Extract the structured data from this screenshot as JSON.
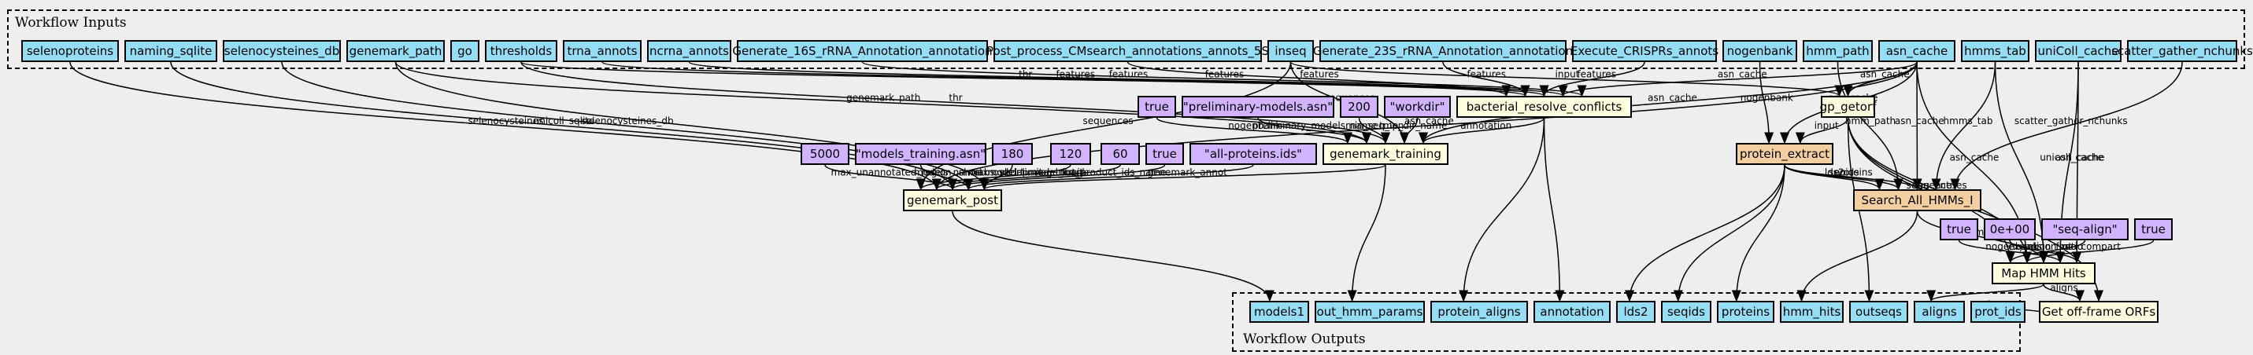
{
  "clusters": {
    "inputs_label": "Workflow Inputs",
    "outputs_label": "Workflow Outputs"
  },
  "colors": {
    "io": "#94ddf4",
    "param": "#d2b3ff",
    "step": "#ffffe0",
    "subworkflow": "#f3cea1",
    "background": "#eeeeee"
  },
  "inputs": [
    {
      "id": "selenoproteins",
      "label": "selenoproteins"
    },
    {
      "id": "naming_sqlite",
      "label": "naming_sqlite"
    },
    {
      "id": "selenocysteines_db",
      "label": "selenocysteines_db"
    },
    {
      "id": "genemark_path",
      "label": "genemark_path"
    },
    {
      "id": "go",
      "label": "go"
    },
    {
      "id": "thresholds",
      "label": "thresholds"
    },
    {
      "id": "trna_annots",
      "label": "trna_annots"
    },
    {
      "id": "ncrna_annots",
      "label": "ncrna_annots"
    },
    {
      "id": "gen16s",
      "label": "Generate_16S_rRNA_Annotation_annotation"
    },
    {
      "id": "postproc",
      "label": "Post_process_CMsearch_annotations_annots_5S"
    },
    {
      "id": "inseq",
      "label": "inseq"
    },
    {
      "id": "gen23s",
      "label": "Generate_23S_rRNA_Annotation_annotation"
    },
    {
      "id": "crispr",
      "label": "Execute_CRISPRs_annots"
    },
    {
      "id": "nogenbank",
      "label": "nogenbank"
    },
    {
      "id": "hmm_path",
      "label": "hmm_path"
    },
    {
      "id": "asn_cache",
      "label": "asn_cache"
    },
    {
      "id": "hmms_tab",
      "label": "hmms_tab"
    },
    {
      "id": "unicoll_cache",
      "label": "uniColl_cache"
    },
    {
      "id": "scatter",
      "label": "scatter_gather_nchunks"
    }
  ],
  "params": [
    {
      "id": "p_true1",
      "label": "true"
    },
    {
      "id": "p_prelim",
      "label": "\"preliminary-models.asn\""
    },
    {
      "id": "p_200",
      "label": "200"
    },
    {
      "id": "p_workdir",
      "label": "\"workdir\""
    },
    {
      "id": "p_5000",
      "label": "5000"
    },
    {
      "id": "p_modtrain",
      "label": "\"models_training.asn\""
    },
    {
      "id": "p_180",
      "label": "180"
    },
    {
      "id": "p_120",
      "label": "120"
    },
    {
      "id": "p_60",
      "label": "60"
    },
    {
      "id": "p_true2",
      "label": "true"
    },
    {
      "id": "p_allprot",
      "label": "\"all-proteins.ids\""
    },
    {
      "id": "p_true3",
      "label": "true"
    },
    {
      "id": "p_0e00",
      "label": "0e+00"
    },
    {
      "id": "p_seqalign",
      "label": "\"seq-align\""
    },
    {
      "id": "p_true4",
      "label": "true"
    }
  ],
  "steps": [
    {
      "id": "bacterial",
      "label": "bacterial_resolve_conflicts"
    },
    {
      "id": "gp_getorf",
      "label": "gp_getorf"
    },
    {
      "id": "genemark_training",
      "label": "genemark_training"
    },
    {
      "id": "protein_extract",
      "label": "protein_extract",
      "subworkflow": true
    },
    {
      "id": "search_all",
      "label": "Search_All_HMMs_I",
      "subworkflow": true
    },
    {
      "id": "genemark_post",
      "label": "genemark_post"
    },
    {
      "id": "map_hmm",
      "label": "Map HMM Hits"
    },
    {
      "id": "get_offframe",
      "label": "Get off-frame ORFs"
    }
  ],
  "outputs": [
    {
      "id": "models1",
      "label": "models1"
    },
    {
      "id": "out_hmm_params",
      "label": "out_hmm_params"
    },
    {
      "id": "protein_aligns",
      "label": "protein_aligns"
    },
    {
      "id": "annotation",
      "label": "annotation"
    },
    {
      "id": "lds2",
      "label": "lds2"
    },
    {
      "id": "seqids",
      "label": "seqids"
    },
    {
      "id": "proteins",
      "label": "proteins"
    },
    {
      "id": "hmm_hits",
      "label": "hmm_hits"
    },
    {
      "id": "outseqs",
      "label": "outseqs"
    },
    {
      "id": "aligns",
      "label": "aligns"
    },
    {
      "id": "prot_ids",
      "label": "prot_ids"
    }
  ],
  "edges": [
    {
      "from": "selenoproteins",
      "to": "genemark_post",
      "label": "selenocysteines"
    },
    {
      "from": "naming_sqlite",
      "to": "genemark_post",
      "label": "unicoll_sqlite"
    },
    {
      "from": "selenocysteines_db",
      "to": "genemark_post",
      "label": "selenocysteines_db"
    },
    {
      "from": "genemark_path",
      "to": "genemark_post",
      "label": ""
    },
    {
      "from": "genemark_path",
      "to": "genemark_training",
      "label": "genemark_path"
    },
    {
      "from": "thresholds",
      "to": "genemark_training",
      "label": "thr"
    },
    {
      "from": "thresholds",
      "to": "bacterial",
      "label": "thr"
    },
    {
      "from": "trna_annots",
      "to": "bacterial",
      "label": "features"
    },
    {
      "from": "ncrna_annots",
      "to": "bacterial",
      "label": "features"
    },
    {
      "from": "gen16s",
      "to": "bacterial",
      "label": "features"
    },
    {
      "from": "postproc",
      "to": "bacterial",
      "label": "features"
    },
    {
      "from": "gen23s",
      "to": "bacterial",
      "label": "features"
    },
    {
      "from": "crispr",
      "to": "bacterial",
      "label": "features"
    },
    {
      "from": "inseq",
      "to": "gp_getorf",
      "label": "input"
    },
    {
      "from": "inseq",
      "to": "genemark_post",
      "label": "sequences"
    },
    {
      "from": "inseq",
      "to": "genemark_training",
      "label": "sequences"
    },
    {
      "from": "nogenbank",
      "to": "protein_extract",
      "label": "nogenbank"
    },
    {
      "from": "hmm_path",
      "to": "search_all",
      "label": "hmm_path"
    },
    {
      "from": "asn_cache",
      "to": "gp_getorf",
      "label": "asn_cache"
    },
    {
      "from": "asn_cache",
      "to": "bacterial",
      "label": "asn_cache"
    },
    {
      "from": "asn_cache",
      "to": "genemark_training",
      "label": "asn_cache"
    },
    {
      "from": "asn_cache",
      "to": "genemark_post",
      "label": "asn_cache"
    },
    {
      "from": "asn_cache",
      "to": "search_all",
      "label": "asn_cache"
    },
    {
      "from": "asn_cache",
      "to": "map_hmm",
      "label": "asn_cache"
    },
    {
      "from": "asn_cache",
      "to": "protein_extract",
      "label": "asn_cache"
    },
    {
      "from": "hmms_tab",
      "to": "search_all",
      "label": "hmms_tab"
    },
    {
      "from": "hmms_tab",
      "to": "map_hmm",
      "label": ""
    },
    {
      "from": "unicoll_cache",
      "to": "map_hmm",
      "label": "unicoll_cache"
    },
    {
      "from": "unicoll_cache",
      "to": "map_hmm",
      "label": "asn_cache"
    },
    {
      "from": "scatter",
      "to": "search_all",
      "label": "scatter_gather_nchunks"
    },
    {
      "from": "p_true1",
      "to": "genemark_training",
      "label": "nogenbank"
    },
    {
      "from": "p_prelim",
      "to": "genemark_training",
      "label": "preliminary_models_name"
    },
    {
      "from": "p_200",
      "to": "genemark_training",
      "label": "min_seq_len"
    },
    {
      "from": "p_workdir",
      "to": "genemark_training",
      "label": "tmp_dir_name"
    },
    {
      "from": "bacterial",
      "to": "genemark_training",
      "label": "annotation"
    },
    {
      "from": "bacterial",
      "to": "annotation",
      "label": ""
    },
    {
      "from": "bacterial",
      "to": "protein_aligns",
      "label": ""
    },
    {
      "from": "p_5000",
      "to": "genemark_post",
      "label": "max_unannotated_region"
    },
    {
      "from": "p_modtrain",
      "to": "genemark_post",
      "label": "models_name"
    },
    {
      "from": "p_180",
      "to": "genemark_post",
      "label": "short_model_limit"
    },
    {
      "from": "p_120",
      "to": "genemark_post",
      "label": "max_overlap"
    },
    {
      "from": "p_60",
      "to": "genemark_post",
      "label": "abs_short_model_limit"
    },
    {
      "from": "p_true2",
      "to": "genemark_post",
      "label": "nogenbank"
    },
    {
      "from": "p_allprot",
      "to": "genemark_post",
      "label": "out_product_ids_name"
    },
    {
      "from": "genemark_training",
      "to": "genemark_post",
      "label": "genemark_annot"
    },
    {
      "from": "genemark_training",
      "to": "out_hmm_params",
      "label": ""
    },
    {
      "from": "genemark_post",
      "to": "models1",
      "label": ""
    },
    {
      "from": "gp_getorf",
      "to": "protein_extract",
      "label": "input"
    },
    {
      "from": "gp_getorf",
      "to": "map_hmm",
      "label": "sequences"
    },
    {
      "from": "gp_getorf",
      "to": "map_hmm",
      "label": "seq_entries"
    },
    {
      "from": "gp_getorf",
      "to": "outseqs",
      "label": ""
    },
    {
      "from": "protein_extract",
      "to": "search_all",
      "label": "lds2"
    },
    {
      "from": "protein_extract",
      "to": "search_all",
      "label": "seqids"
    },
    {
      "from": "protein_extract",
      "to": "search_all",
      "label": "proteins"
    },
    {
      "from": "protein_extract",
      "to": "lds2",
      "label": ""
    },
    {
      "from": "protein_extract",
      "to": "seqids",
      "label": ""
    },
    {
      "from": "protein_extract",
      "to": "proteins",
      "label": ""
    },
    {
      "from": "search_all",
      "to": "map_hmm",
      "label": "hmm_hits"
    },
    {
      "from": "search_all",
      "to": "hmm_hits",
      "label": ""
    },
    {
      "from": "p_true3",
      "to": "map_hmm",
      "label": "nogenbank"
    },
    {
      "from": "p_0e00",
      "to": "map_hmm",
      "label": "expansion_ratio"
    },
    {
      "from": "p_seqalign",
      "to": "map_hmm",
      "label": "align_fmt"
    },
    {
      "from": "p_true4",
      "to": "map_hmm",
      "label": "no_compart"
    },
    {
      "from": "map_hmm",
      "to": "get_offframe",
      "label": "aligns"
    },
    {
      "from": "map_hmm",
      "to": "aligns",
      "label": ""
    },
    {
      "from": "gp_getorf",
      "to": "get_offframe",
      "label": ""
    },
    {
      "from": "get_offframe",
      "to": "prot_ids",
      "label": ""
    }
  ]
}
